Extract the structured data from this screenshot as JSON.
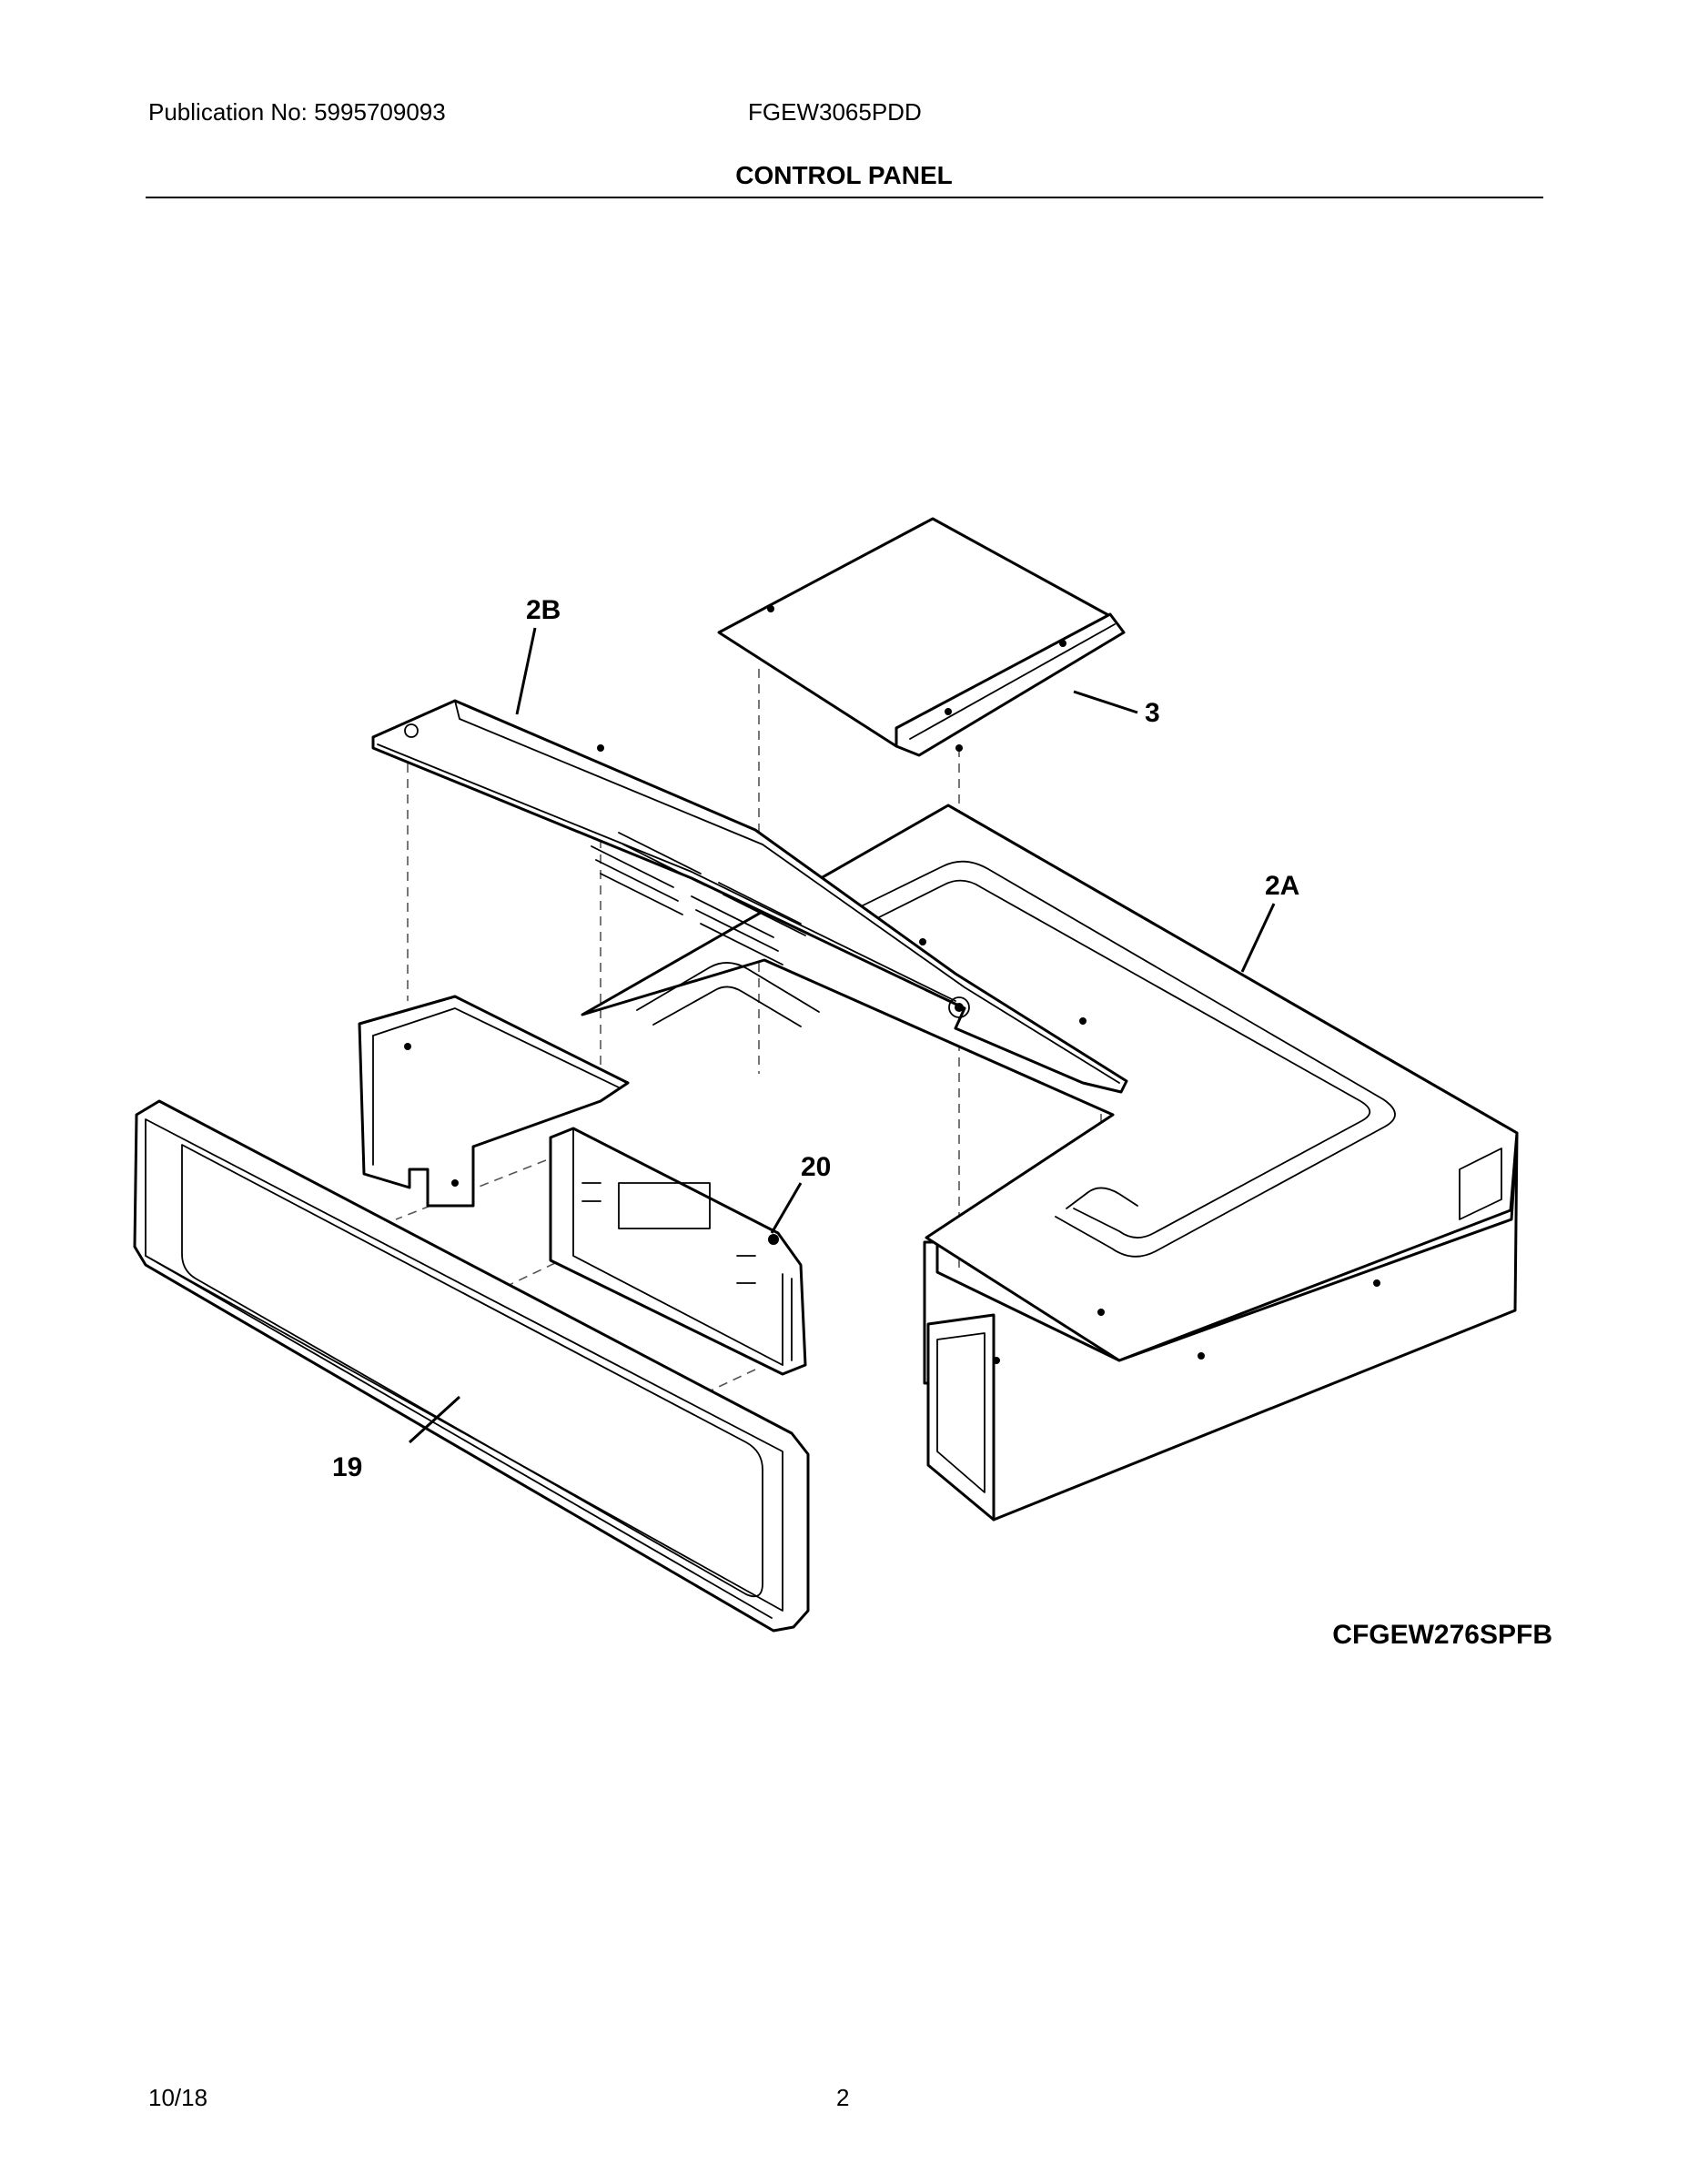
{
  "header": {
    "publication": "Publication No: 5995709093",
    "model": "FGEW3065PDD",
    "title": "CONTROL PANEL"
  },
  "diagram": {
    "callouts": [
      "2B",
      "3",
      "2A",
      "20",
      "19"
    ],
    "drawing_code": "CFGEW276SPFB"
  },
  "footer": {
    "date": "10/18",
    "page": "2"
  }
}
